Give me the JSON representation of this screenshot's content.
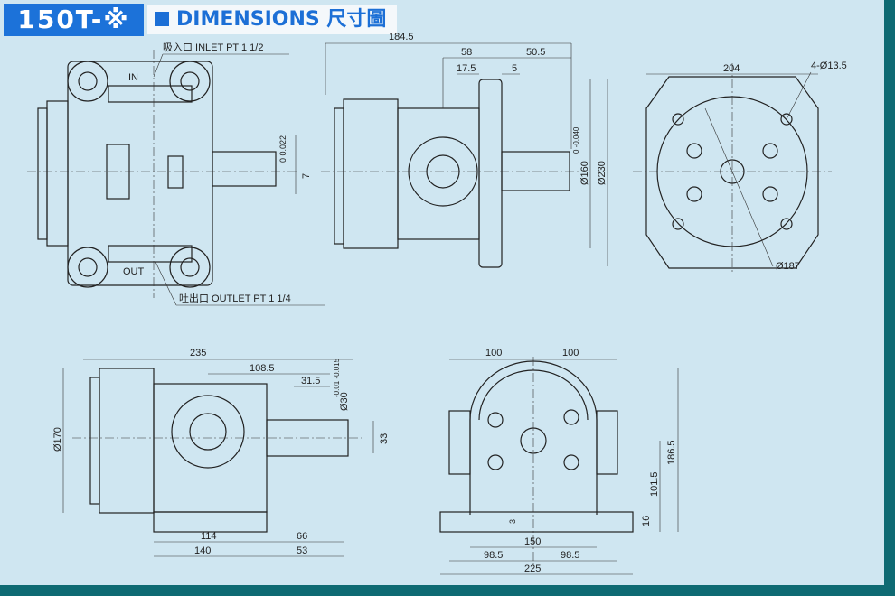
{
  "header": {
    "model": "150T-※",
    "title": "DIMENSIONS 尺寸圖"
  },
  "ports": {
    "inlet": "吸入口 INLET PT 1 1/2",
    "outlet": "吐出口 OUTLET PT  1 1/4",
    "in": "IN",
    "out": "OUT"
  },
  "dims": {
    "top_side": {
      "overall": "184.5",
      "d58": "58",
      "d50_5": "50.5",
      "d17_5": "17.5",
      "d5": "5",
      "d160": "Ø160",
      "tol160": "0  -0.040",
      "d230": "Ø230"
    },
    "top_front": {
      "key_tol": "0  0.022",
      "key": "7"
    },
    "top_end": {
      "d204": "204",
      "holes": "4-Ø13.5",
      "pcd": "Ø187"
    },
    "bottom_side": {
      "d235": "235",
      "d108_5": "108.5",
      "d31_5": "31.5",
      "shaft": "Ø30",
      "shaft_tol": "-0.01 -0.015",
      "d33": "33",
      "d170": "Ø170",
      "d114": "114",
      "d66": "66",
      "d140": "140",
      "d53": "53"
    },
    "bottom_end": {
      "d100a": "100",
      "d100b": "100",
      "d186_5": "186.5",
      "d101_5": "101.5",
      "d16": "16",
      "d3": "3",
      "d150": "150",
      "d98_5a": "98.5",
      "d98_5b": "98.5",
      "d225": "225"
    }
  }
}
